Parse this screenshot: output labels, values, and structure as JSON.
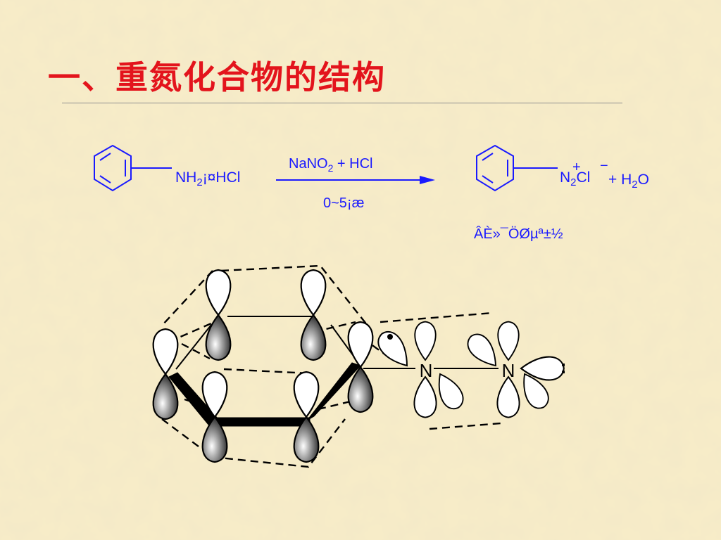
{
  "slide": {
    "title": "一、重氮化合物的结构",
    "background_color": "#f7ecc8",
    "title_color": "#e3141c",
    "ink_color": "#1a1aff"
  },
  "reaction": {
    "reactant_amine": "NH",
    "reactant_sub": "2",
    "reactant_salt": "¡¤HCl",
    "reagent_top_pre": "NaNO",
    "reagent_top_sub": "2",
    "reagent_top_post": " + HCl",
    "condition_bottom": "0~5¡æ",
    "product_plus": "+",
    "product_minus": "−",
    "product_n": "N",
    "product_sub": "2",
    "product_cl": "Cl",
    "byproduct_pre": "+ H",
    "byproduct_sub": "2",
    "byproduct_post": "O",
    "product_caption": "ÂÈ»¯ÖØµª±½"
  },
  "orbital_diagram": {
    "atom_left": "N",
    "atom_right": "N",
    "lone_pair_dots": ":"
  }
}
